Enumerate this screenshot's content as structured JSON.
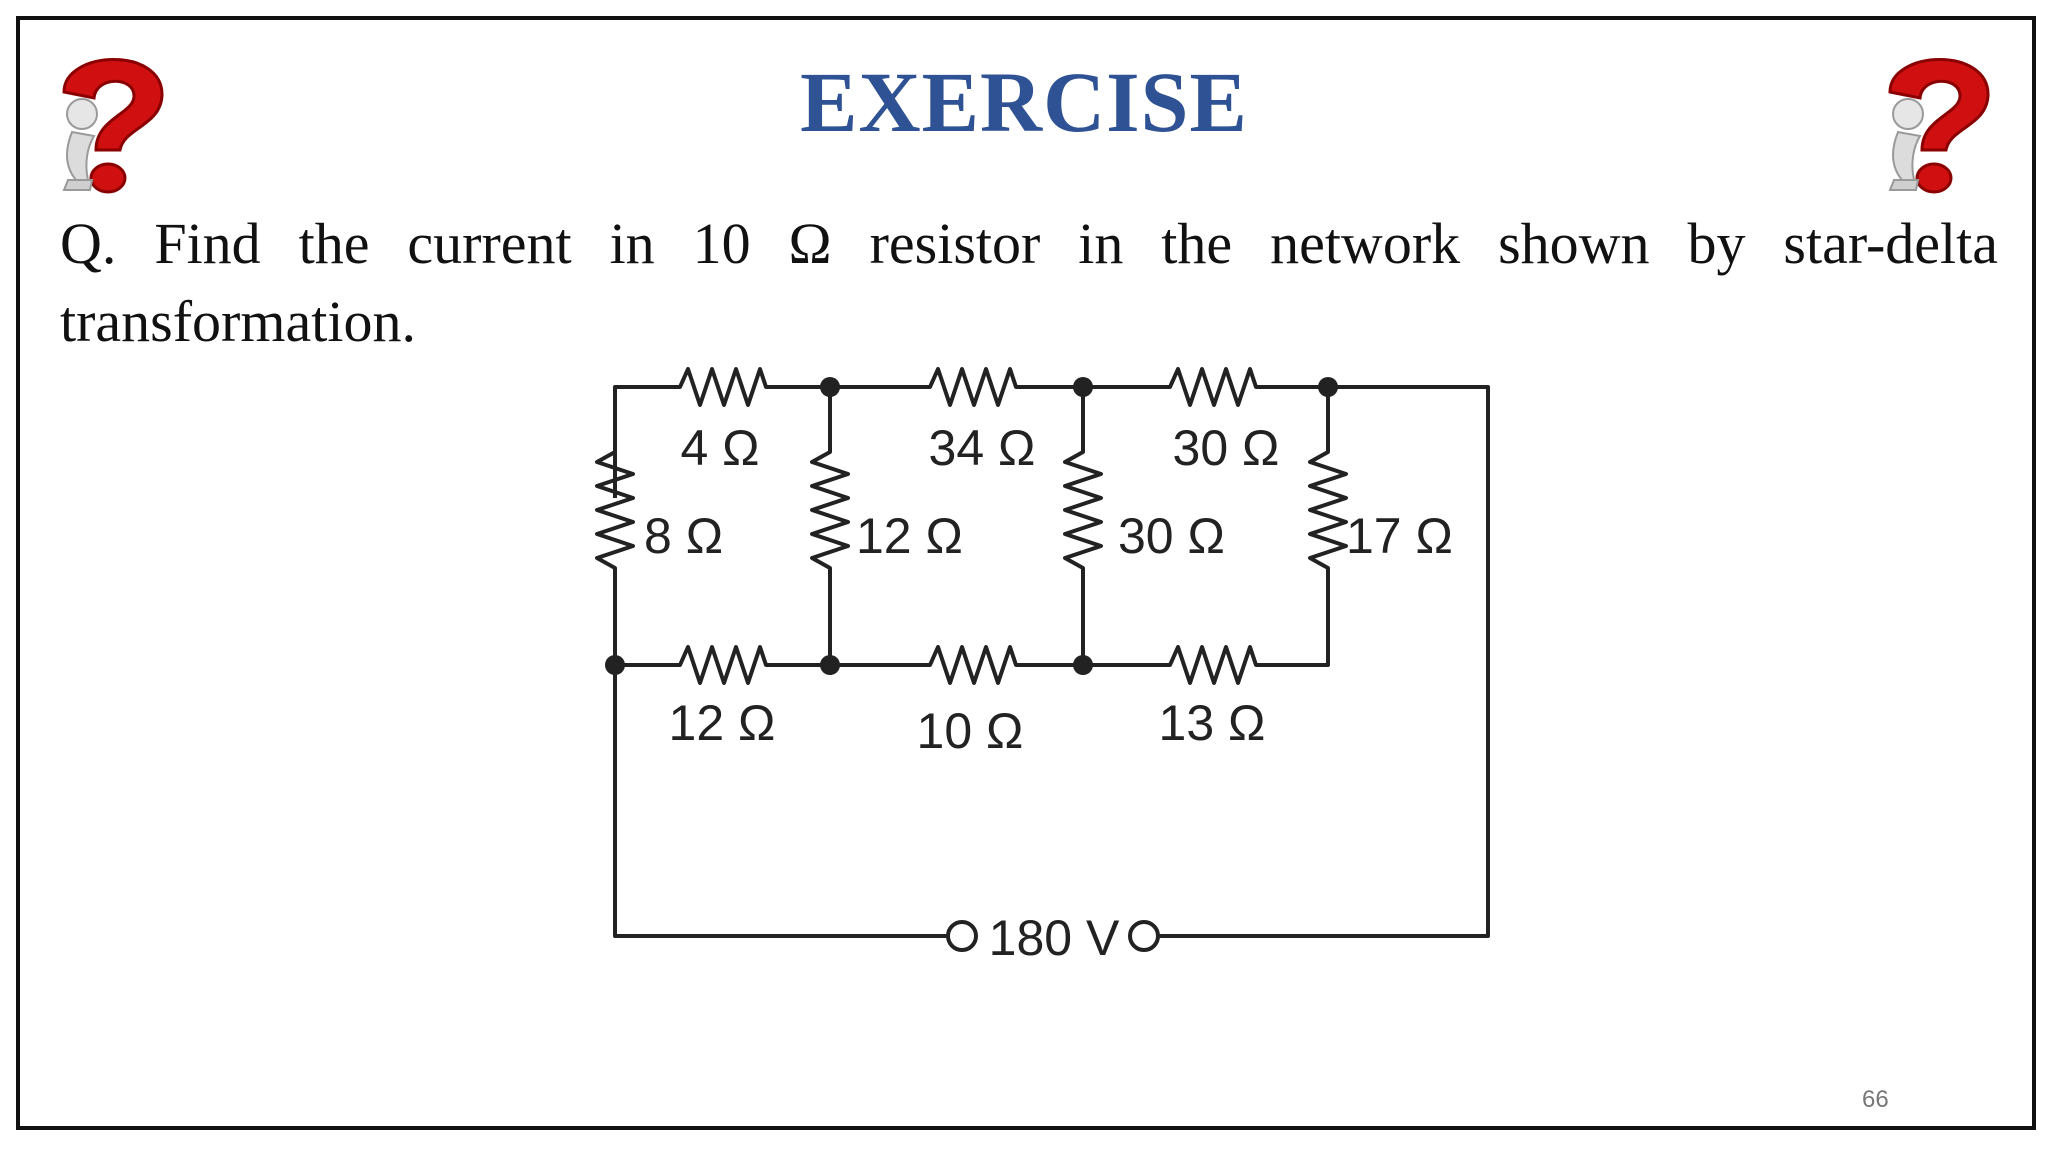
{
  "slide": {
    "title": "EXERCISE",
    "question": "Q. Find the current in 10 Ω resistor in the network shown by star-delta transformation.",
    "page_number": "66"
  },
  "circuit": {
    "resistors": {
      "r_top_left": "4 Ω",
      "r_top_mid": "34 Ω",
      "r_top_right": "30 Ω",
      "r_vert_1": "8 Ω",
      "r_vert_2": "12 Ω",
      "r_vert_3": "30 Ω",
      "r_vert_4": "17 Ω",
      "r_bot_left": "12 Ω",
      "r_bot_mid": "10 Ω",
      "r_bot_right": "13 Ω"
    },
    "source_label": "180 V"
  },
  "colors": {
    "title": "#2e5294",
    "question_mark": "#d01010",
    "wire": "#222222"
  },
  "icons": {
    "left": "question-mark-thinking-figure-icon",
    "right": "question-mark-thinking-figure-icon"
  }
}
